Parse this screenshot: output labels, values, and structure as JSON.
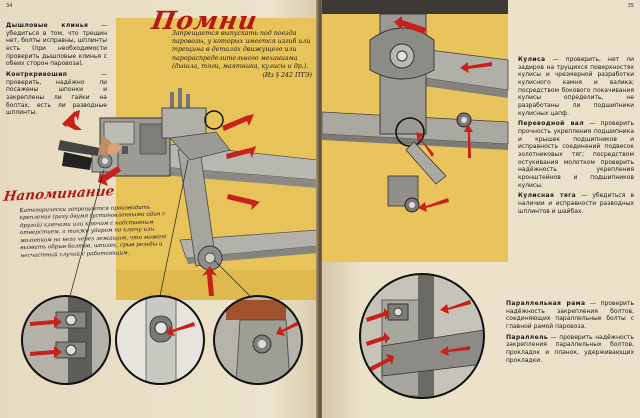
{
  "left_page": {
    "page_number": "34",
    "top_text": [
      {
        "term": "Дышловые клинья",
        "text": "— убедиться в том, что трещин нет, болты исправны, шплинты есть (при необходимости проверить дышловые клинья с обеих сторон паровоза)."
      },
      {
        "term": "Контркривошип",
        "text": "— проверить, надёжно ли посажены шпонки и закреплены ли гайки на болтах, есть ли разводные шплинты."
      }
    ],
    "pomni": {
      "title": "Помни",
      "text": "Запрещается выпускать под поезда паровозы, у которых имеется изгиб или трещина в деталях движущего или парораспределительного механизма (дышла, тяги, маятника, кулисы и др.).",
      "reference": "(Из § 242 ПТЭ)"
    },
    "napominanie": {
      "title": "Напоминание",
      "text": "Категорически запрещается производить крепление (разу двумя (установленными один с другой) ключами или ключом с надставным отверстием, а также ударом по ключу или молотком на него через лежащим, что может вызвать обрыв болтов, шпилек, срыв резьбы и несчастный случай с работающим."
    }
  },
  "right_page": {
    "page_number": "35",
    "blocks_top": [
      {
        "term": "Кулиса",
        "text": "— проверить, нет ли задиров на трущихся поверхностях кулисы и чрезмерной разработки кулисного камня и валика; посредством бокового покачивания кулисы определить, не разработаны ли подшипники кулисных цапф."
      },
      {
        "term": "Переводной вал",
        "text": "— проверить прочность укрепления подшипника и крышек подшипников и исправность соединений подвесок золотниковых тяг; посредством остукивания молотком проверить надёжность укрепления кронштейнов и подшипников кулисы."
      },
      {
        "term": "Кулисная тяга",
        "text": "— убедиться в наличии и исправности разводных шплинтов и шайбах."
      }
    ],
    "blocks_bottom": [
      {
        "term": "Параллельная рама",
        "text": "— проверить надёжность закрепления болтов, соединяющих параллельные болты с главной рамой паровоза."
      },
      {
        "term": "Параллель",
        "text": "— проверить надёжность закрепления параллельных болтов, прокладок и планок, удерживающих прокладки."
      }
    ]
  },
  "colors": {
    "paper": "#e9dfc6",
    "accent_red": "#b31a15",
    "arrow_red": "#c8201a",
    "metal": "#8d8d88",
    "yellow_panel": "#e8c560",
    "rod_grey": "#aaa9a2"
  }
}
